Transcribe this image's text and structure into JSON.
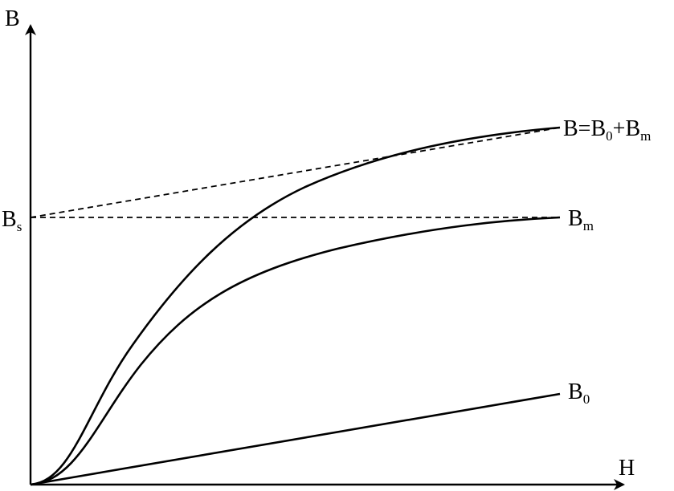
{
  "axes": {
    "y_label": "B",
    "x_label": "H"
  },
  "labels": {
    "bs": {
      "main": "B",
      "sub": "s"
    },
    "b_total": {
      "part1": "B=B",
      "sub1": "0",
      "part2": "+B",
      "sub2": "m"
    },
    "bm": {
      "main": "B",
      "sub": "m"
    },
    "b0": {
      "main": "B",
      "sub": "0"
    }
  },
  "colors": {
    "ink": "#000000",
    "background": "#ffffff"
  }
}
